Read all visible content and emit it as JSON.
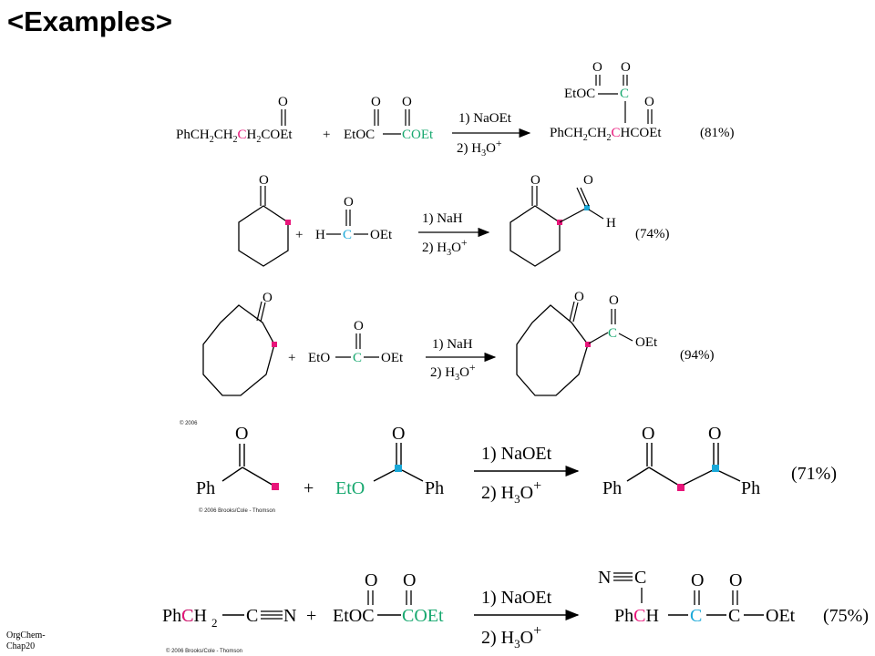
{
  "slide_title": "<Examples>",
  "footer": {
    "line1": "OrgChem-",
    "line2": "Chap20"
  },
  "copyright": {
    "c1": "© 2006",
    "c2": "© 2006 Brooks/Cole - Thomson",
    "c3": "© 2006 Brooks/Cole - Thomson"
  },
  "colors": {
    "magenta": "#e8157a",
    "cyan": "#1aa8d8",
    "green": "#17a86f",
    "black": "#000000"
  },
  "r1": {
    "o": "O",
    "reactant_a": [
      "PhCH",
      "2",
      "CH",
      "2",
      "C",
      "H",
      "2",
      "COEt"
    ],
    "plus": "+",
    "reactant_b_left": "EtOC",
    "reactant_b_right": "COEt",
    "cond1": "1) NaOEt",
    "cond2a": "2) H",
    "cond2sub": "3",
    "cond2b": "O",
    "cond2sup": "+",
    "prod_top": "EtOC",
    "prod_top_c": "C",
    "prod_bottom": [
      "PhCH",
      "2",
      "CH",
      "2",
      "C",
      "HCOEt"
    ],
    "yield": "(81%)"
  },
  "r2": {
    "o": "O",
    "plus": "+",
    "h": "H",
    "c": "C",
    "oet": "OEt",
    "cond1": "1) NaH",
    "cond2a": "2) H",
    "cond2sub": "3",
    "cond2b": "O",
    "cond2sup": "+",
    "prod_h": "H",
    "yield": "(74%)"
  },
  "r3": {
    "o": "O",
    "plus": "+",
    "eto": "EtO",
    "c": "C",
    "oet": "OEt",
    "cond1": "1) NaH",
    "cond2a": "2) H",
    "cond2sub": "3",
    "cond2b": "O",
    "cond2sup": "+",
    "prod_c": "C",
    "prod_oet": "OEt",
    "yield": "(94%)"
  },
  "r4": {
    "o": "O",
    "ph": "Ph",
    "plus": "+",
    "eto": "EtO",
    "cond1": "1) NaOEt",
    "cond2a": "2) H",
    "cond2sub": "3",
    "cond2b": "O",
    "cond2sup": "+",
    "yield": "(71%)"
  },
  "r5": {
    "o": "O",
    "phch2": "PhCH",
    "phch2_c": "C",
    "sub2": "2",
    "c": "C",
    "n": "N",
    "plus": "+",
    "etoc": "EtOC",
    "coet": "COEt",
    "cond1": "1) NaOEt",
    "cond2a": "2) H",
    "cond2sub": "3",
    "cond2b": "O",
    "cond2sup": "+",
    "ph": "Ph",
    "ch_c": "C",
    "h": "H",
    "oet": "OEt",
    "yield": "(75%)"
  }
}
